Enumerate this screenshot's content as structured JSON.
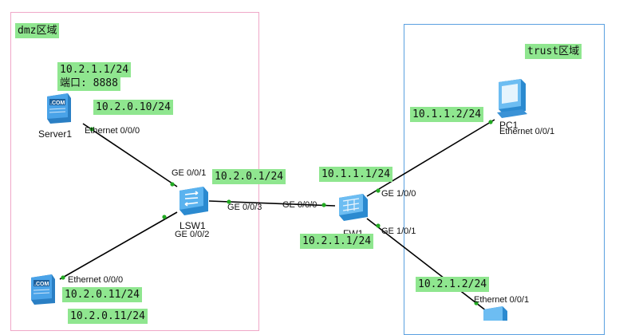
{
  "zones": {
    "dmz": {
      "label": "dmz区域"
    },
    "trust": {
      "label": "trust区域"
    }
  },
  "devices": {
    "server1": {
      "name": "Server1",
      "icon": "server-icon",
      "port": "Ethernet 0/0/0"
    },
    "server2": {
      "icon": "server-icon",
      "port": "Ethernet 0/0/0"
    },
    "lsw1": {
      "name": "LSW1",
      "icon": "switch-icon",
      "ports": [
        "GE 0/0/1",
        "GE 0/0/3",
        "GE 0/0/2"
      ]
    },
    "fw1": {
      "name": "FW1",
      "icon": "firewall-icon",
      "ports": [
        "GE 0/0/0",
        "GE 1/0/0",
        "GE 1/0/1"
      ]
    },
    "pc1": {
      "name": "PC1",
      "icon": "pc-icon",
      "port": "Ethernet 0/0/1"
    },
    "pc2": {
      "icon": "pc-icon",
      "port": "Ethernet 0/0/1"
    }
  },
  "labels": {
    "server1_ip": "10.2.1.1/24",
    "server1_port_line": "端口: 8888",
    "server1_addr": "10.2.0.10/24",
    "lsw1_addr": "10.2.0.1/24",
    "fw1_trust_addr": "10.1.1.1/24",
    "fw1_dmz_addr": "10.2.1.1/24",
    "pc1_addr": "10.1.1.2/24",
    "pc2_addr": "10.2.1.2/24",
    "server2_addr": "10.2.0.11/24",
    "server2_addr_2": "10.2.0.11/24"
  },
  "colors": {
    "label_bg": "#8fe68f",
    "dmz_border": "#f0a8c8",
    "trust_border": "#5aa0e0",
    "link": "#000000",
    "port_dot": "#22aa22"
  }
}
